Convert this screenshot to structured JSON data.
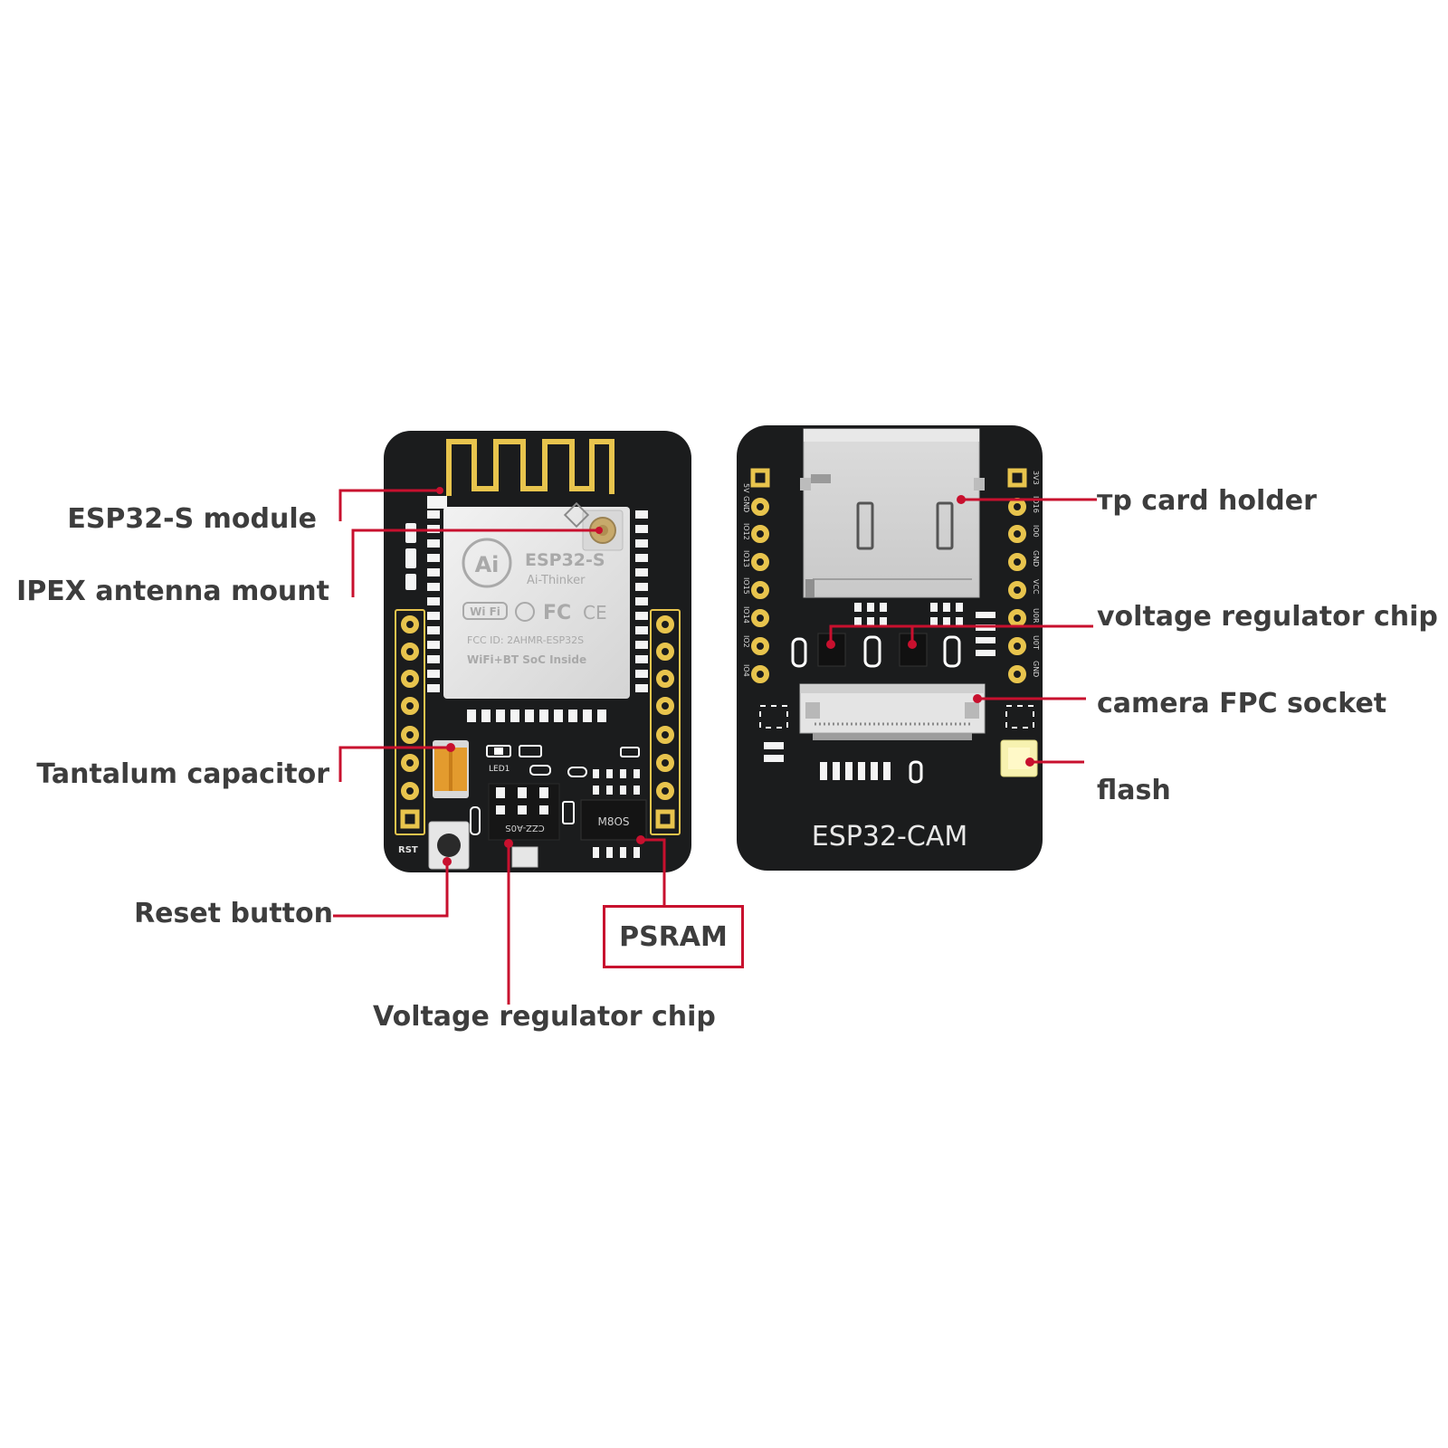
{
  "colors": {
    "board": "#1b1c1d",
    "leader_line": "#c8102e",
    "label_text": "#3d3d3d",
    "antenna_gold": "#e8c44d",
    "module_shield": "#e6e6e6"
  },
  "front_board": {
    "module_brand": "ESP32-S",
    "module_maker": "Ai-Thinker",
    "module_fcc": "FCC  ID: 2AHMR-ESP32S",
    "module_desc": "WiFi+BT SoC Inside",
    "module_wifi_mark": "Wi Fi",
    "module_fc_mark": "FC",
    "module_ce_mark": "CE",
    "silk_rst": "RST",
    "silk_led": "LED1",
    "silk_reg": "CZZ-A0S",
    "silk_psram": "M8OS"
  },
  "back_board": {
    "silk_title": "ESP32-CAM",
    "left_pins": [
      "5V",
      "GND",
      "IO12",
      "IO13",
      "IO15",
      "IO14",
      "IO2",
      "IO4"
    ],
    "right_pins": [
      "3V3",
      "IO16",
      "IO0",
      "GND",
      "VCC",
      "U0R",
      "U0T",
      "GND"
    ]
  },
  "labels": {
    "esp32_module": "ESP32-S module",
    "ipex": "IPEX antenna mount",
    "tantalum": "Tantalum capacitor",
    "reset": "Reset button",
    "psram": "PSRAM",
    "regulator_front": "Voltage regulator chip",
    "tf_card": "тр card holder",
    "regulator_back": "voltage regulator chip",
    "camera_fpc": "camera FPC socket",
    "flash": "flash"
  }
}
